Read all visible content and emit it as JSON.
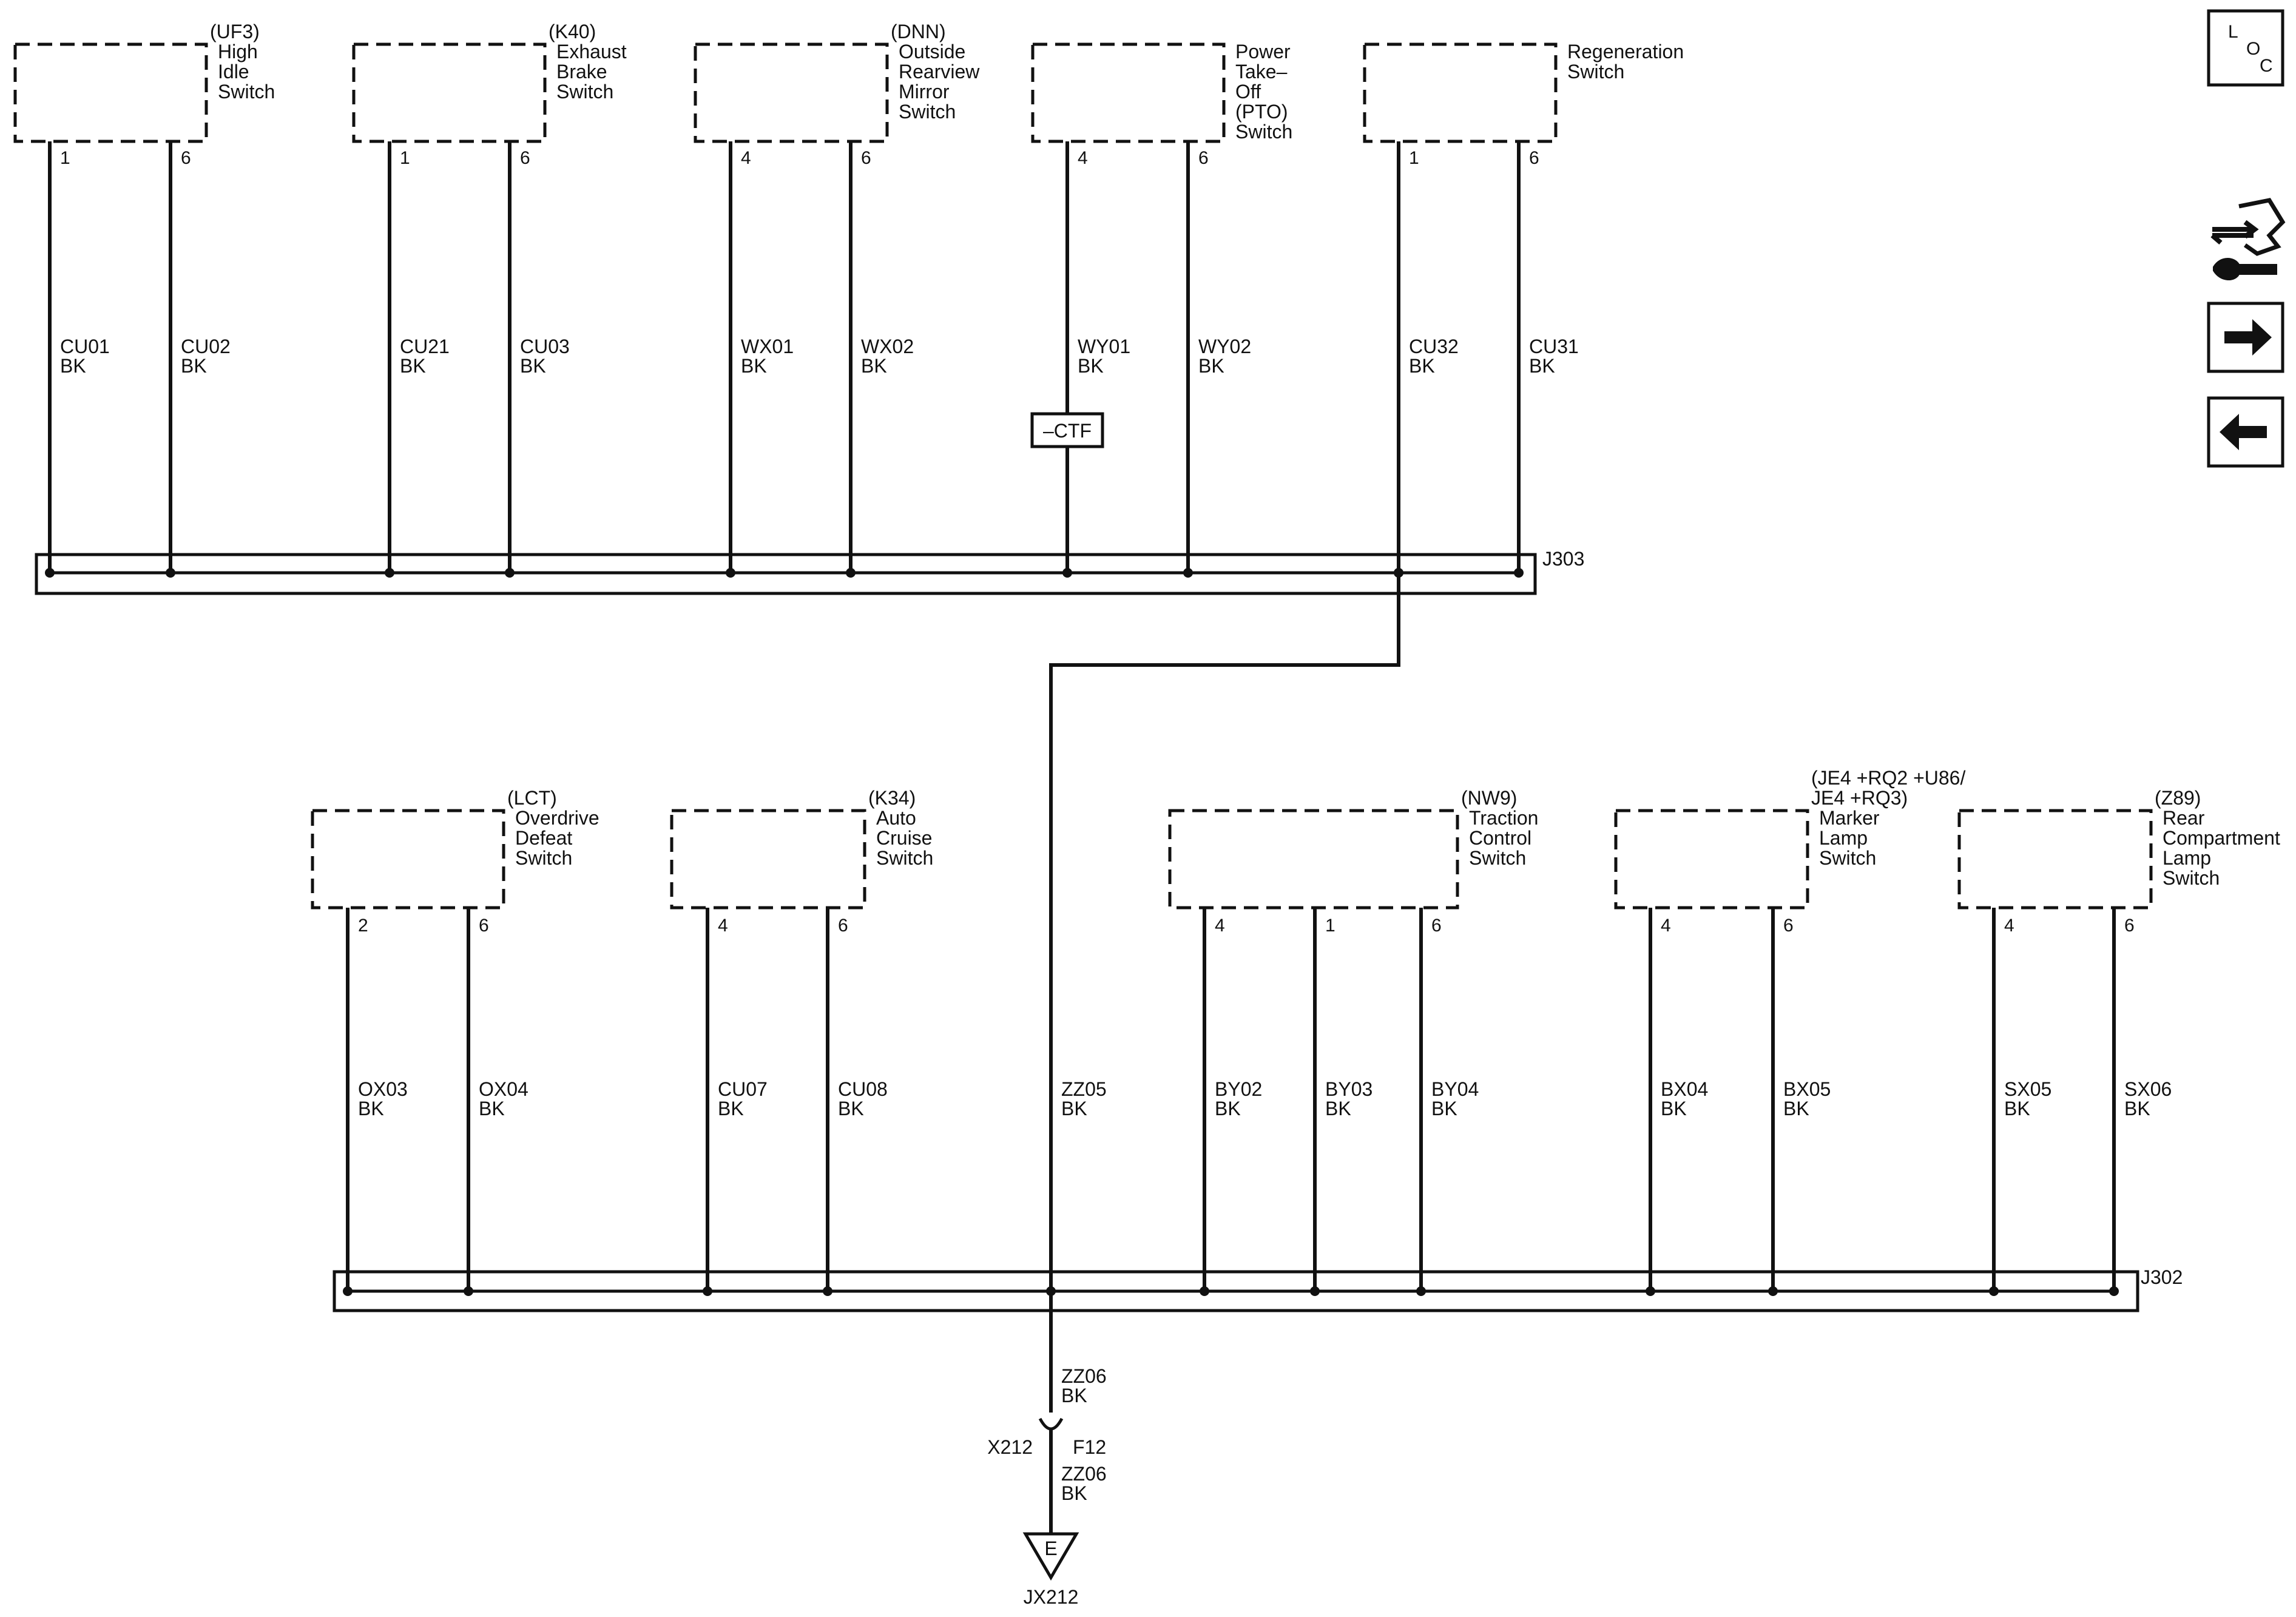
{
  "top_switches": [
    {
      "option": "(UF3)",
      "name": [
        "High",
        "Idle",
        "Switch"
      ],
      "pins": [
        {
          "pin": "1",
          "circuit": "CU01",
          "color": "BK"
        },
        {
          "pin": "6",
          "circuit": "CU02",
          "color": "BK"
        }
      ]
    },
    {
      "option": "(K40)",
      "name": [
        "Exhaust",
        "Brake",
        "Switch"
      ],
      "pins": [
        {
          "pin": "1",
          "circuit": "CU21",
          "color": "BK"
        },
        {
          "pin": "6",
          "circuit": "CU03",
          "color": "BK"
        }
      ]
    },
    {
      "option": "(DNN)",
      "name": [
        "Outside",
        "Rearview",
        "Mirror",
        "Switch"
      ],
      "pins": [
        {
          "pin": "4",
          "circuit": "WX01",
          "color": "BK"
        },
        {
          "pin": "6",
          "circuit": "WX02",
          "color": "BK"
        }
      ]
    },
    {
      "option": "",
      "name": [
        "Power",
        "Take–",
        "Off",
        "(PTO)",
        "Switch"
      ],
      "pins": [
        {
          "pin": "4",
          "circuit": "WY01",
          "color": "BK"
        },
        {
          "pin": "6",
          "circuit": "WY02",
          "color": "BK"
        }
      ]
    },
    {
      "option": "",
      "name": [
        "Regeneration",
        "Switch"
      ],
      "pins": [
        {
          "pin": "1",
          "circuit": "CU32",
          "color": "BK"
        },
        {
          "pin": "6",
          "circuit": "CU31",
          "color": "BK"
        }
      ]
    }
  ],
  "ctf_label": "–CTF",
  "upper_harness_label": "J303",
  "bottom_switches": [
    {
      "option": [
        "(LCT)"
      ],
      "name": [
        "Overdrive",
        "Defeat",
        "Switch"
      ],
      "pins": [
        {
          "pin": "2",
          "circuit": "OX03",
          "color": "BK"
        },
        {
          "pin": "6",
          "circuit": "OX04",
          "color": "BK"
        }
      ]
    },
    {
      "option": [
        "(K34)"
      ],
      "name": [
        "Auto",
        "Cruise",
        "Switch"
      ],
      "pins": [
        {
          "pin": "4",
          "circuit": "CU07",
          "color": "BK"
        },
        {
          "pin": "6",
          "circuit": "CU08",
          "color": "BK"
        }
      ]
    },
    {
      "option": [
        "(NW9)"
      ],
      "name": [
        "Traction",
        "Control",
        "Switch"
      ],
      "pins": [
        {
          "pin": "4",
          "circuit": "BY02",
          "color": "BK"
        },
        {
          "pin": "1",
          "circuit": "BY03",
          "color": "BK"
        },
        {
          "pin": "6",
          "circuit": "BY04",
          "color": "BK"
        }
      ]
    },
    {
      "option": [
        "(JE4 +RQ2 +U86/",
        "JE4 +RQ3)"
      ],
      "name": [
        "Marker",
        "Lamp",
        "Switch"
      ],
      "pins": [
        {
          "pin": "4",
          "circuit": "BX04",
          "color": "BK"
        },
        {
          "pin": "6",
          "circuit": "BX05",
          "color": "BK"
        }
      ]
    },
    {
      "option": [
        "(Z89)"
      ],
      "name": [
        "Rear",
        "Compartment",
        "Lamp",
        "Switch"
      ],
      "pins": [
        {
          "pin": "4",
          "circuit": "SX05",
          "color": "BK"
        },
        {
          "pin": "6",
          "circuit": "SX06",
          "color": "BK"
        }
      ]
    }
  ],
  "link_wire": {
    "circuit": "ZZ05",
    "color": "BK"
  },
  "lower_harness_label": "J302",
  "ground_path": {
    "wire_above": {
      "circuit": "ZZ06",
      "color": "BK"
    },
    "connector": "X212",
    "terminal": "F12",
    "wire_below": {
      "circuit": "ZZ06",
      "color": "BK"
    },
    "ground_symbol_letter": "E",
    "ground_label": "JX212"
  },
  "sidebar": {
    "loc_letters": [
      "L",
      "O",
      "C"
    ],
    "icons": [
      "component-view-icon",
      "next-arrow-icon",
      "previous-arrow-icon"
    ]
  }
}
